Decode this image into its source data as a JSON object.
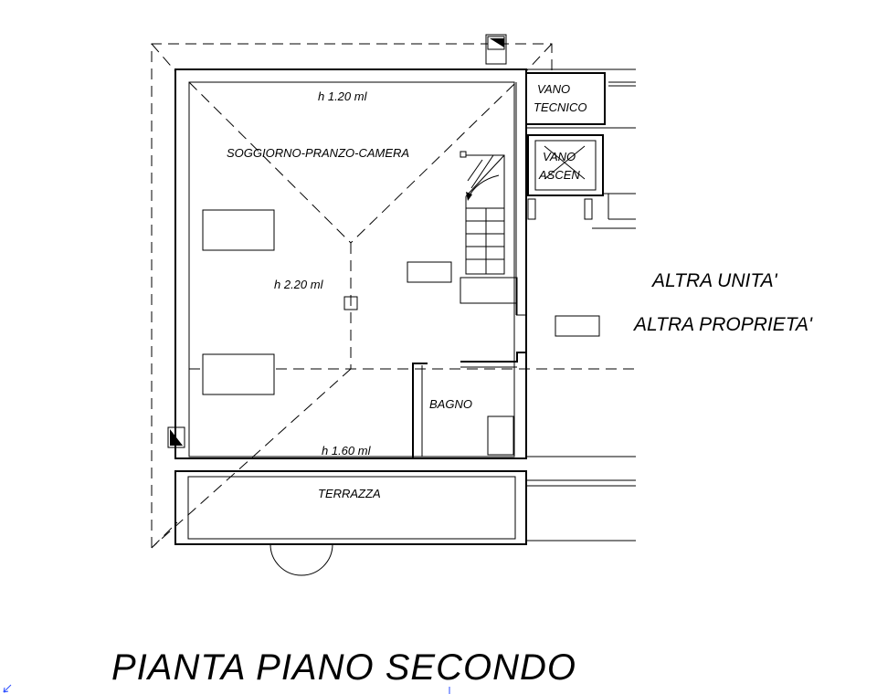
{
  "labels": {
    "heights": {
      "top": "h 1.20 ml",
      "middle": "h 2.20 ml",
      "bottom": "h 1.60 ml"
    },
    "rooms": {
      "living": "SOGGIORNO-PRANZO-CAMERA",
      "bathroom": "BAGNO",
      "terrace": "TERRAZZA",
      "technical_line1": "VANO",
      "technical_line2": "TECNICO",
      "elevator_line1": "VANO",
      "elevator_line2": "ASCEN"
    },
    "neighbors": {
      "other_unit": "ALTRA UNITA'",
      "other_property": "ALTRA PROPRIETA'"
    },
    "plan_title": "PIANTA PIANO SECONDO"
  }
}
